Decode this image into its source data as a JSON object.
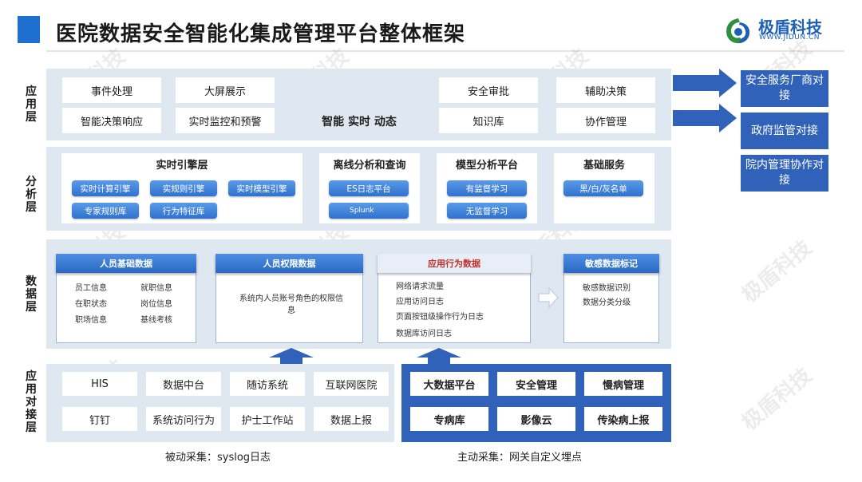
{
  "header": {
    "title": "医院数据安全智能化集成管理平台整体框架",
    "logo_name": "极盾科技",
    "logo_url": "WWW.JIDUN.CN"
  },
  "watermark": "极盾科技",
  "layers": {
    "app": {
      "label": "应用层",
      "boxes": [
        "事件处理",
        "大屏展示",
        "智能决策响应",
        "实时监控和预警",
        "安全审批",
        "辅助决策",
        "知识库",
        "协作管理"
      ],
      "center_text": "智能 实时 动态"
    },
    "analysis": {
      "label": "分析层",
      "realtime": {
        "title": "实时引擎层",
        "pills": [
          "实时计算引擎",
          "实规则引擎",
          "实时模型引擎",
          "专家规则库",
          "行为特征库"
        ]
      },
      "offline": {
        "title": "离线分析和查询",
        "pills": [
          "ES日志平台",
          "Splunk"
        ]
      },
      "model": {
        "title": "模型分析平台",
        "pills": [
          "有监督学习",
          "无监督学习"
        ]
      },
      "base": {
        "title": "基础服务",
        "pills": [
          "黑/白/灰名单"
        ]
      }
    },
    "data": {
      "label": "数据层",
      "personnel": {
        "title": "人员基础数据",
        "items": [
          "员工信息",
          "就职信息",
          "在职状态",
          "岗位信息",
          "职场信息",
          "基线考核"
        ]
      },
      "permission": {
        "title": "人员权限数据",
        "text": "系统内人员账号角色的权限信息"
      },
      "behavior": {
        "title": "应用行为数据",
        "items": [
          "网络请求流量",
          "应用访问日志",
          "页面按钮级操作行为日志",
          "数据库访问日志"
        ]
      },
      "sensitive": {
        "title": "敏感数据标记",
        "items": [
          "敏感数据识别",
          "数据分类分级"
        ]
      }
    },
    "interface": {
      "label": "应用对接层",
      "passive": [
        "HIS",
        "数据中台",
        "随访系统",
        "互联网医院",
        "钉钉",
        "系统访问行为",
        "护士工作站",
        "数据上报"
      ],
      "active": [
        "大数据平台",
        "安全管理",
        "慢病管理",
        "专病库",
        "影像云",
        "传染病上报"
      ],
      "passive_caption": "被动采集：syslog日志",
      "active_caption": "主动采集：网关自定义埋点"
    }
  },
  "right_boxes": [
    "安全服务厂商对接",
    "政府监管对接",
    "院内管理协作对接"
  ],
  "colors": {
    "accent": "#2f62b8",
    "layer_bg": "#dfe7f1",
    "pill": "#3b7fd9",
    "highlight_red": "#c0302b"
  }
}
